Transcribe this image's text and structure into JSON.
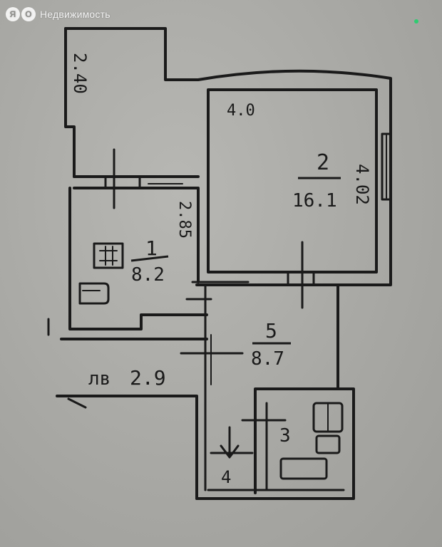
{
  "watermark": {
    "logo_glyphs": [
      "Я",
      "О"
    ],
    "label": "Недвижимость"
  },
  "status_dot": {
    "color": "#2ecc71"
  },
  "plan": {
    "ink_color": "#1a1a1a",
    "rooms": [
      {
        "number": "1",
        "area": "8.2"
      },
      {
        "number": "2",
        "area": "16.1"
      },
      {
        "number": "3"
      },
      {
        "number": "4"
      },
      {
        "number": "5",
        "area": "8.7"
      }
    ],
    "balcony_area": "4.0",
    "loggia_area": "2.9",
    "loggia_prefix": "лв",
    "dimensions": [
      "2.40",
      "2.85",
      "4.02"
    ]
  }
}
